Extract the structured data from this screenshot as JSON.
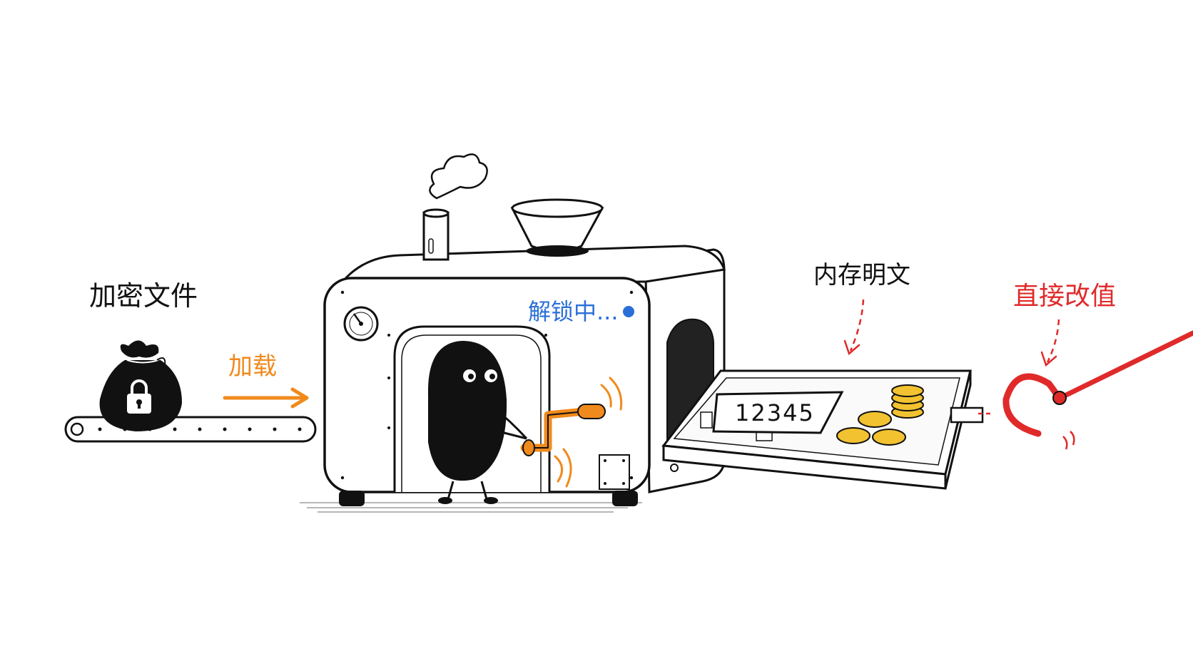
{
  "labels": {
    "encrypted_file": "加密文件",
    "load": "加载",
    "unlocking": "解锁中...",
    "memory_plaintext": "内存明文",
    "modify_value": "直接改值",
    "value_display": "12345"
  },
  "colors": {
    "ink": "#111111",
    "orange": "#f08a1c",
    "blue": "#2a6fd6",
    "red": "#e02a2a",
    "gold": "#f2c230",
    "machine_fill": "#ffffff"
  },
  "icons": {
    "bag": "locked-money-bag-icon",
    "character": "blob-character",
    "crank": "hand-crank-icon",
    "gauge": "pressure-gauge-icon",
    "claw": "grabber-claw-icon"
  }
}
